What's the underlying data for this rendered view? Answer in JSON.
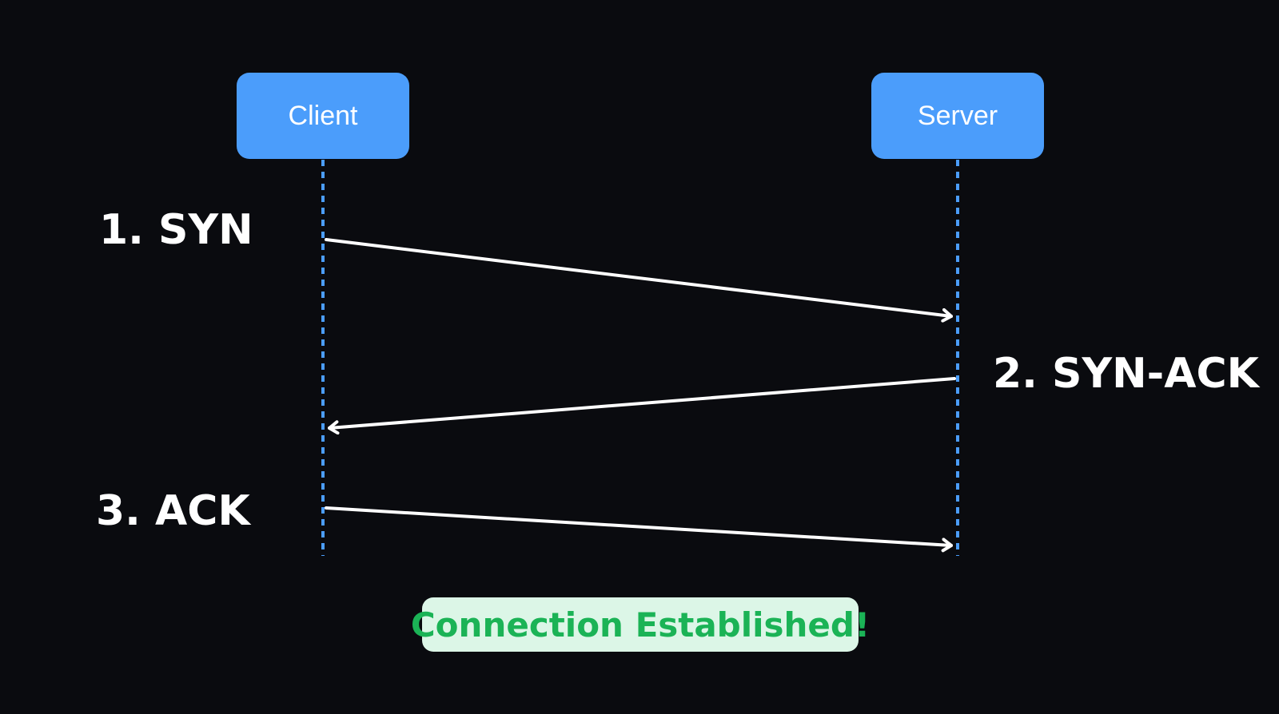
{
  "participants": {
    "client": "Client",
    "server": "Server"
  },
  "steps": [
    {
      "label": "1. SYN",
      "direction": "client-to-server"
    },
    {
      "label": "2. SYN-ACK",
      "direction": "server-to-client"
    },
    {
      "label": "3. ACK",
      "direction": "client-to-server"
    }
  ],
  "status": "Connection Established!",
  "colors": {
    "background": "#0a0b0f",
    "participant_fill": "#4b9dfb",
    "lifeline": "#4b9dfb",
    "arrow": "#ffffff",
    "status_bg": "#dcf6e7",
    "status_text": "#1bb356"
  }
}
